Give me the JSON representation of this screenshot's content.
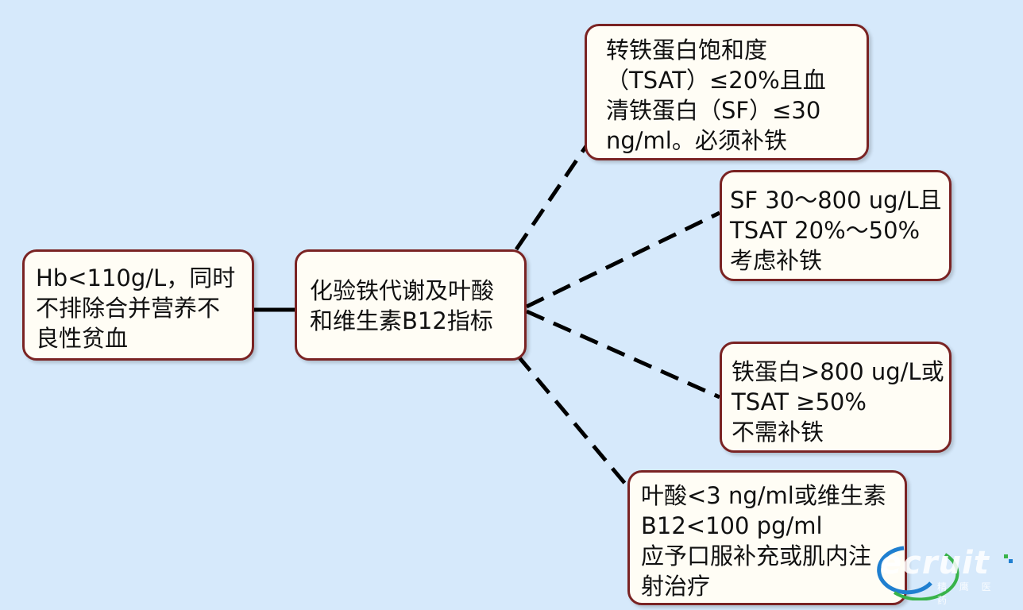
{
  "nodes": {
    "root": {
      "lines": [
        "Hb<110g/L，同时",
        "不排除合并营养不",
        "良性贫血"
      ]
    },
    "mid": {
      "lines": [
        "化验铁代谢及叶酸",
        "和维生素B12指标"
      ]
    },
    "branch1": {
      "lines": [
        "转铁蛋白饱和度",
        "（TSAT）≤20%且血",
        "清铁蛋白（SF）≤30",
        "ng/ml。必须补铁"
      ]
    },
    "branch2": {
      "lines": [
        "SF 30～800 ug/L且",
        " TSAT 20%～50%",
        "考虑补铁"
      ]
    },
    "branch3": {
      "lines": [
        "铁蛋白>800 ug/L或",
        " TSAT ≥50%",
        "不需补铁"
      ]
    },
    "branch4": {
      "lines": [
        "叶酸<3 ng/ml或维生素",
        "B12<100 pg/ml",
        "应予口服补充或肌内注",
        "射治疗"
      ]
    }
  },
  "watermark": {
    "text": "ecruit",
    "sub": "精 鹰 医 药"
  },
  "colors": {
    "background": "#d6e9fb",
    "node_fill": "#fffdf5",
    "node_border": "#7a2323",
    "connector": "#000000"
  }
}
